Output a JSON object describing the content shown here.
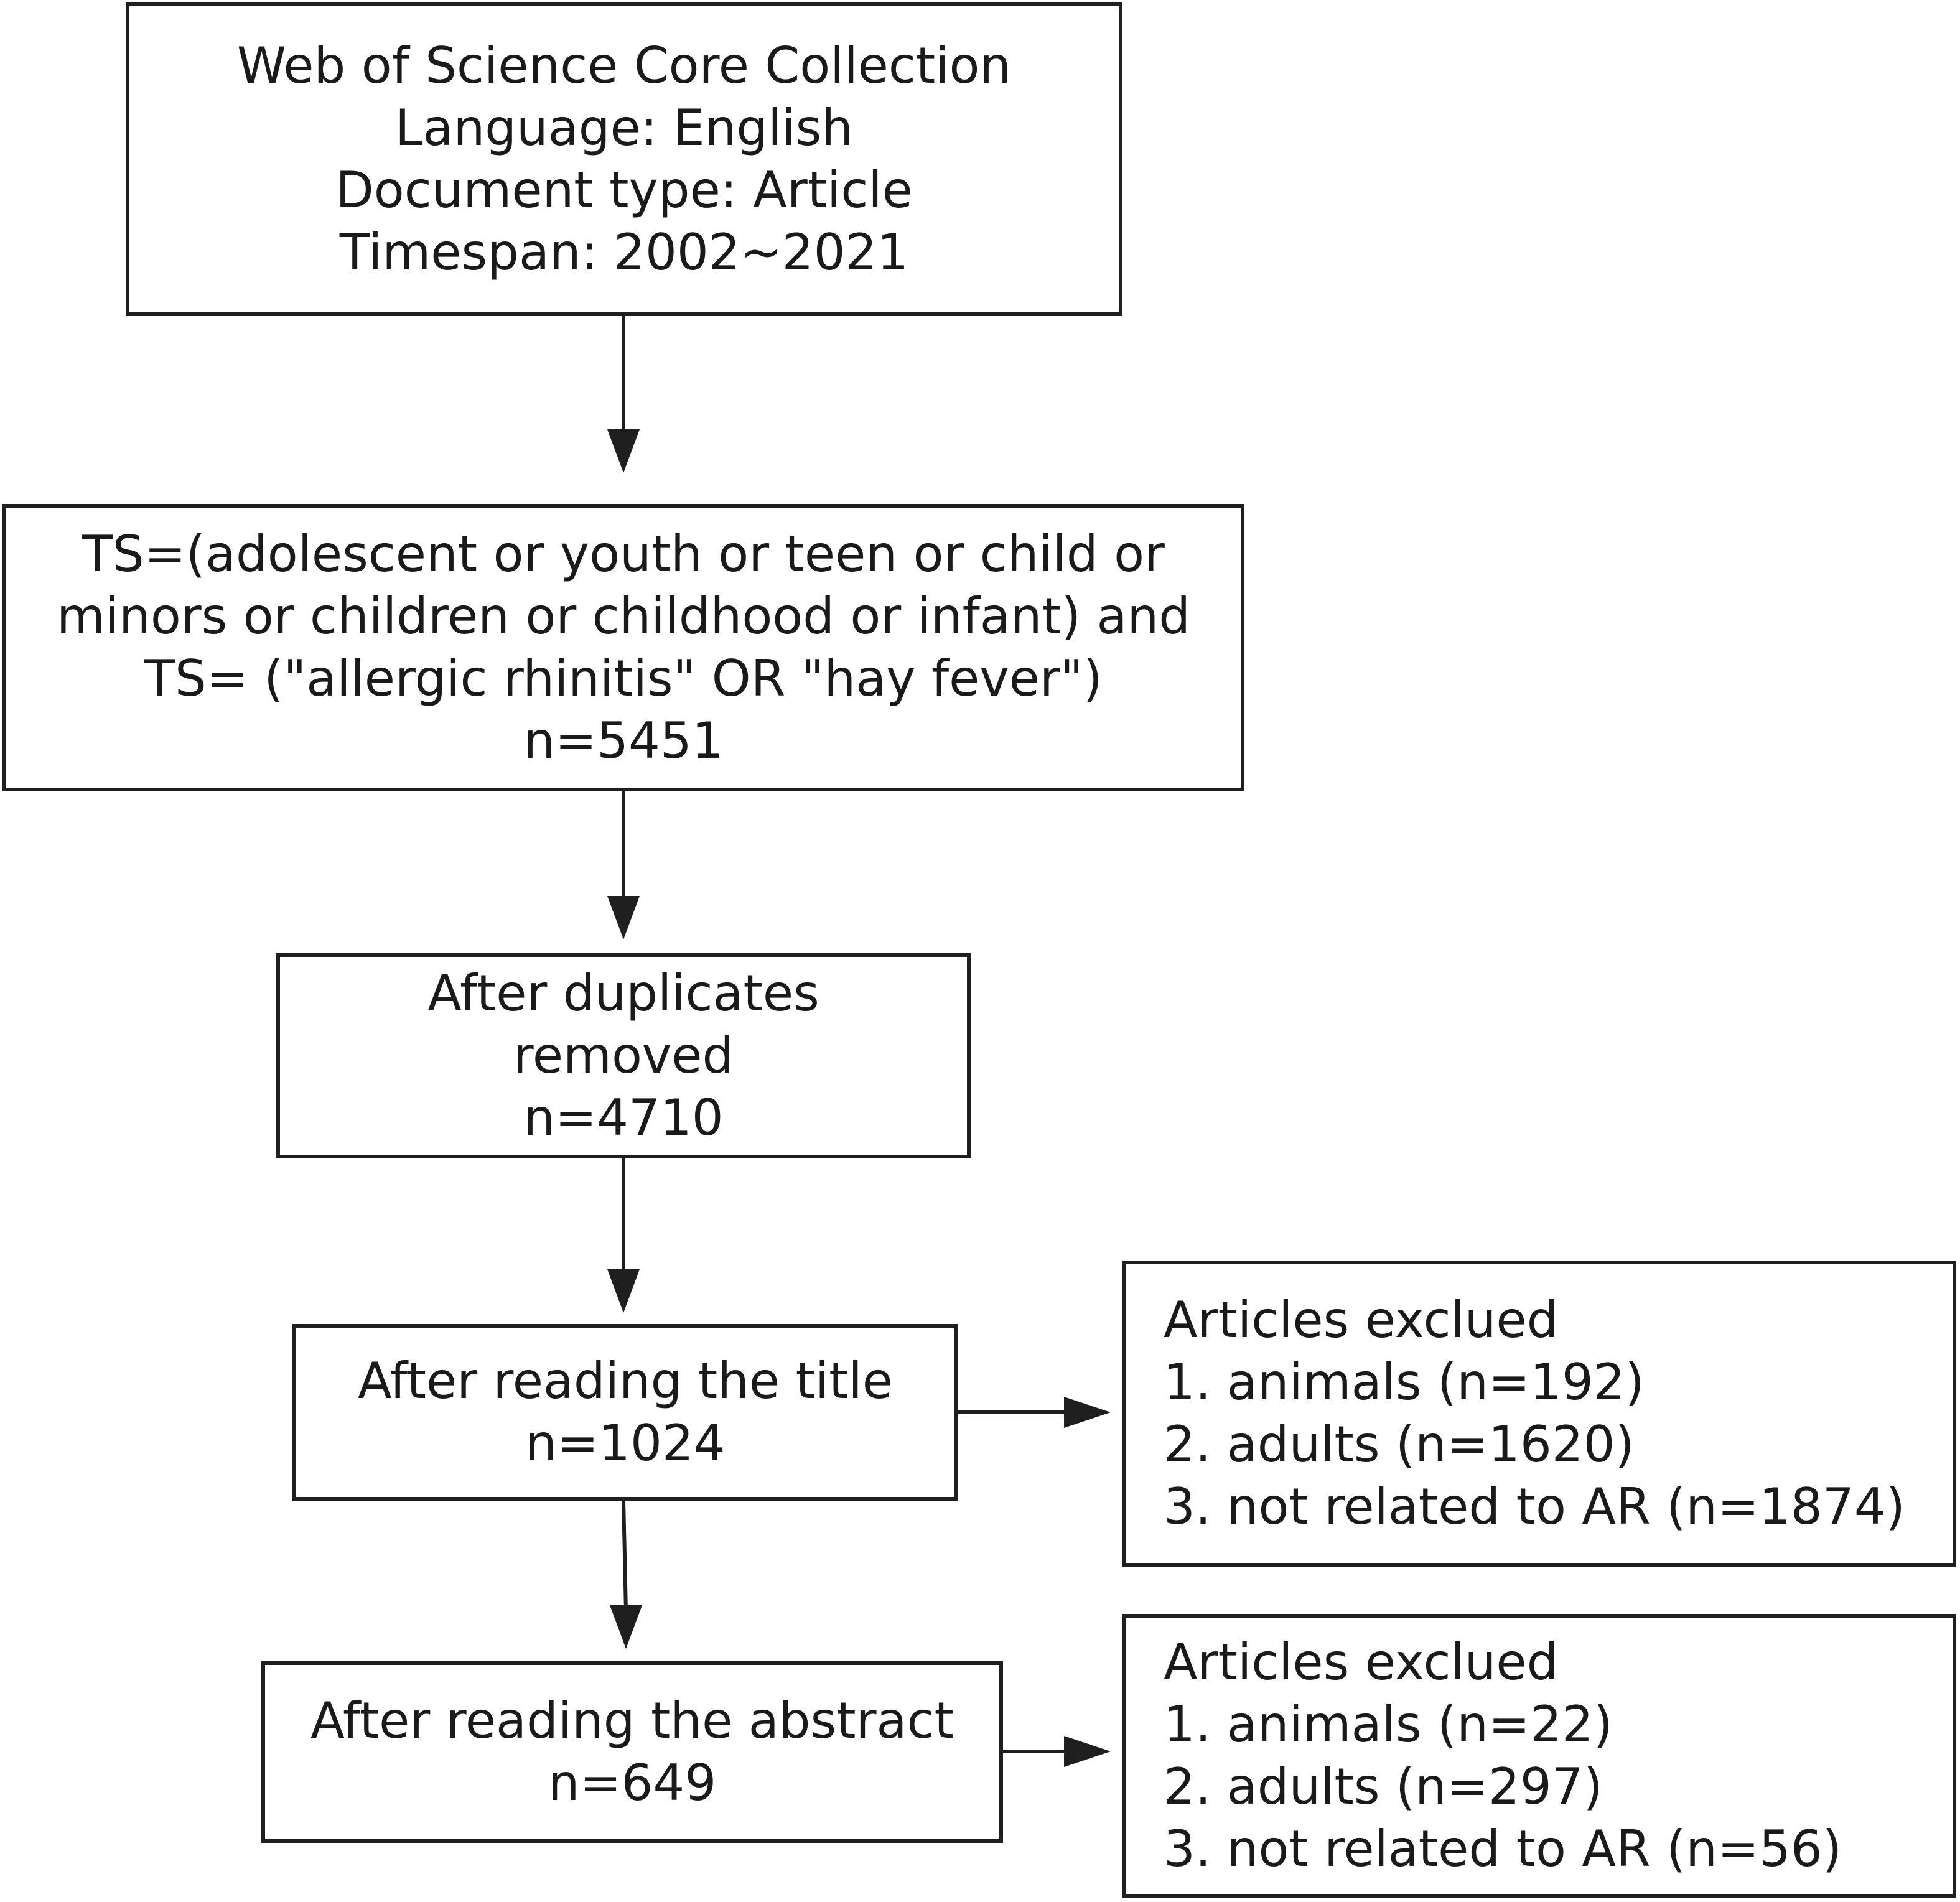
{
  "flow": {
    "source_box": {
      "lines": [
        "Web of Science Core Collection",
        "Language: English",
        "Document type: Article",
        "Timespan: 2002~2021"
      ]
    },
    "search_box": {
      "lines": [
        "TS=(adolescent or youth or teen or child or",
        "minors or children or childhood or infant) and",
        "TS= (\"allergic rhinitis\" OR \"hay fever\")",
        "n=5451"
      ]
    },
    "duplicates_box": {
      "lines": [
        "After duplicates",
        "removed",
        "n=4710"
      ]
    },
    "title_box": {
      "lines": [
        "After reading the title",
        "n=1024"
      ]
    },
    "abstract_box": {
      "lines": [
        "After reading the abstract",
        "n=649"
      ]
    },
    "title_exclusions": {
      "lines": [
        "Articles exclued",
        "1. animals (n=192)",
        "2. adults (n=1620)",
        "3. not related to AR (n=1874)"
      ]
    },
    "abstract_exclusions": {
      "lines": [
        "Articles exclued",
        "1. animals (n=22)",
        "2. adults (n=297)",
        "3. not related to AR (n=56)"
      ]
    }
  },
  "colors": {
    "stroke": "#1f1f1f",
    "background": "#ffffff",
    "text": "#1a1a1a"
  }
}
